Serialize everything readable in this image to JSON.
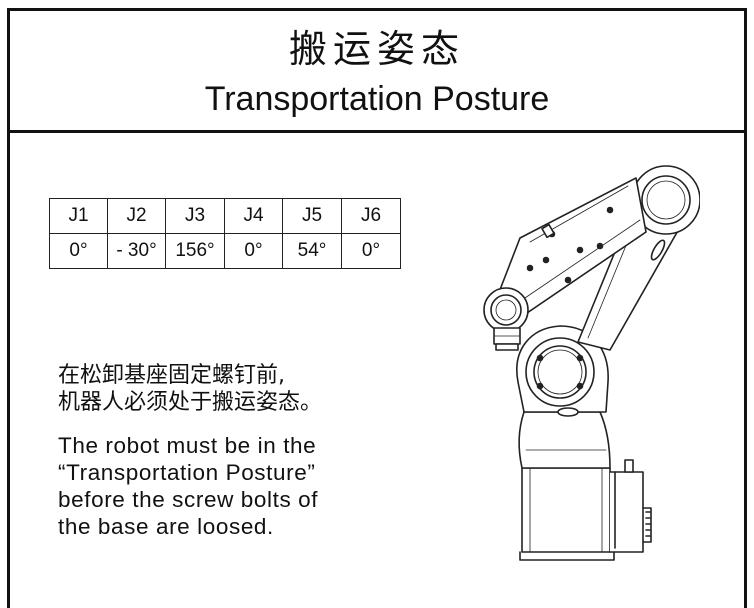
{
  "header": {
    "title_cn": "搬运姿态",
    "title_en": "Transportation Posture"
  },
  "joint_table": {
    "headers": [
      "J1",
      "J2",
      "J3",
      "J4",
      "J5",
      "J6"
    ],
    "values": [
      "0°",
      "- 30°",
      "156°",
      "0°",
      "54°",
      "0°"
    ]
  },
  "instruction": {
    "cn_line1": "在松卸基座固定螺钉前,",
    "cn_line2": "机器人必须处于搬运姿态。",
    "en_line1": "The robot must be in the",
    "en_line2": "“Transportation Posture”",
    "en_line3": "before the screw bolts of",
    "en_line4": "the base are loosed."
  }
}
